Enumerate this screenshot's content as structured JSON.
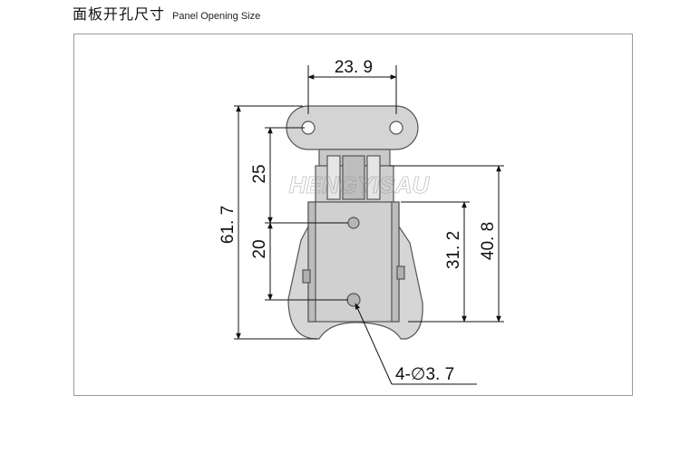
{
  "header": {
    "title_cn": "面板开孔尺寸",
    "title_en": "Panel Opening Size"
  },
  "dimensions": {
    "top_width": "23. 9",
    "upper_gap": "25",
    "lower_gap": "20",
    "total_height": "61. 7",
    "hole_to_bottom": "31. 2",
    "body_height": "40. 8",
    "hole_callout": "4-∅3. 7"
  },
  "watermark": "HENGYISAU",
  "colors": {
    "line": "#111111",
    "part_fill": "#d6d6d6",
    "part_stroke": "#555555",
    "frame": "#9a9a9a"
  }
}
